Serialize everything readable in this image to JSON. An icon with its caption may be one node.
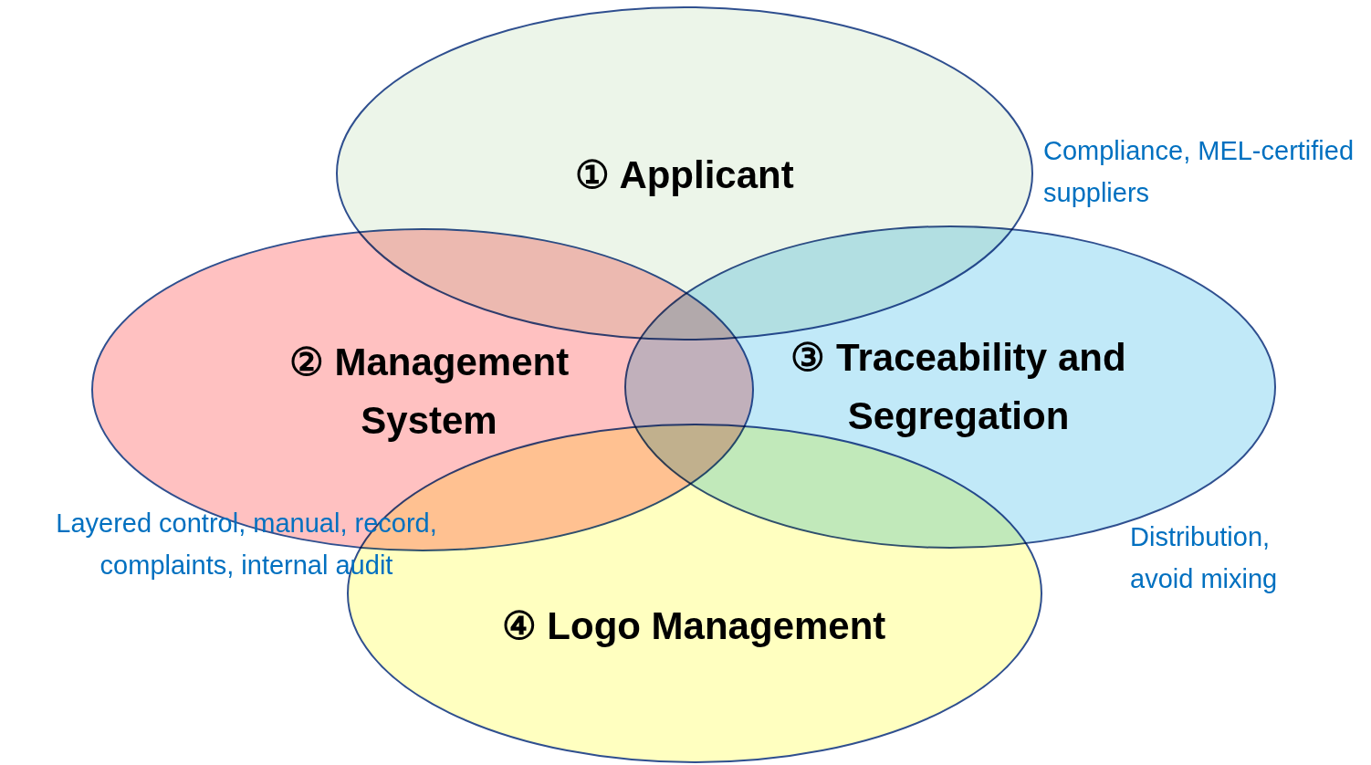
{
  "diagram": {
    "nodes": [
      {
        "text": [
          "① Applicant"
        ],
        "beside": [
          "Compliance, MEL-certified suppliers"
        ]
      },
      {
        "text": [
          "② Management System"
        ],
        "beside": [
          "Layered control, manual, record, complaints, internal audit"
        ]
      },
      {
        "text": [
          "③ Traceability and Segregation"
        ],
        "beside": [
          "Distribution, avoid mixing"
        ]
      },
      {
        "text": [
          "④ Logo Management"
        ]
      }
    ]
  }
}
